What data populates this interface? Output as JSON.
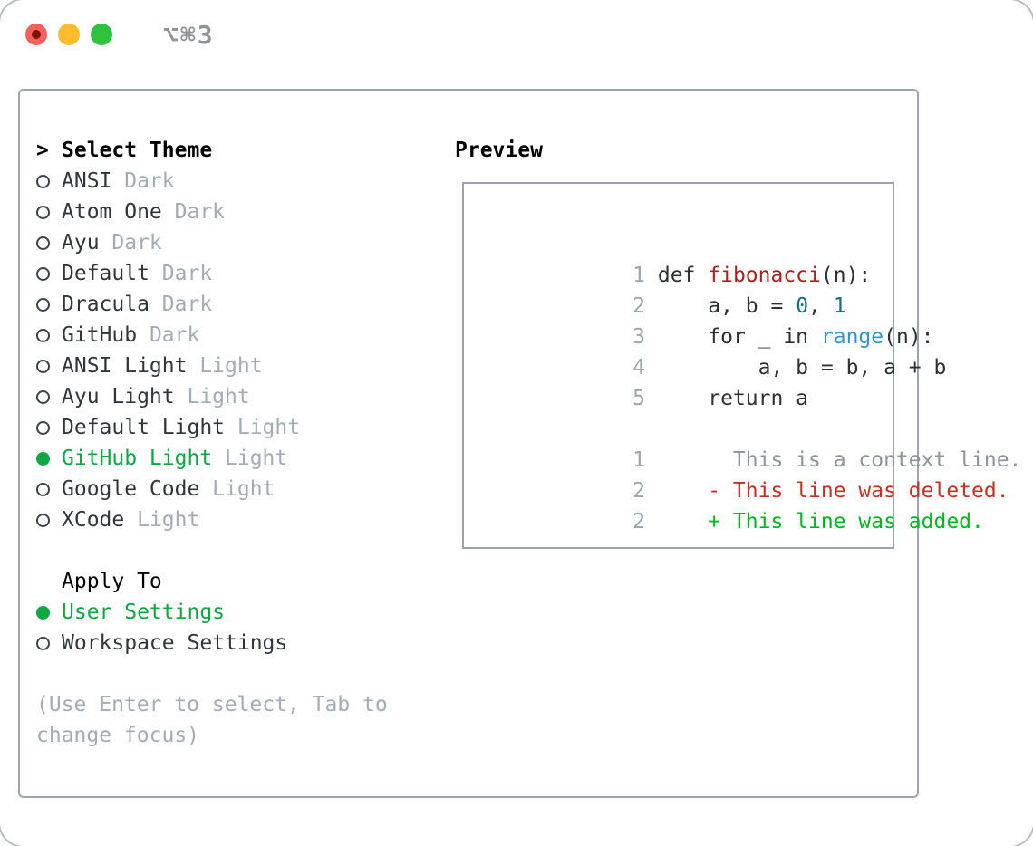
{
  "window": {
    "title": "⌥⌘3"
  },
  "traffic_lights": {
    "close_color": "#f6605a",
    "close_inner_dot_color": "#7f130a",
    "minimize_color": "#fdbc2e",
    "zoom_color": "#2ec23e"
  },
  "theme_panel": {
    "prompt": ">",
    "header": "Select Theme",
    "items": [
      {
        "name": "ANSI",
        "tag": "Dark",
        "selected": false
      },
      {
        "name": "Atom One",
        "tag": "Dark",
        "selected": false
      },
      {
        "name": "Ayu",
        "tag": "Dark",
        "selected": false
      },
      {
        "name": "Default",
        "tag": "Dark",
        "selected": false
      },
      {
        "name": "Dracula",
        "tag": "Dark",
        "selected": false
      },
      {
        "name": "GitHub",
        "tag": "Dark",
        "selected": false
      },
      {
        "name": "ANSI Light",
        "tag": "Light",
        "selected": false
      },
      {
        "name": "Ayu Light",
        "tag": "Light",
        "selected": false
      },
      {
        "name": "Default Light",
        "tag": "Light",
        "selected": false
      },
      {
        "name": "GitHub Light",
        "tag": "Light",
        "selected": true
      },
      {
        "name": "Google Code",
        "tag": "Light",
        "selected": false
      },
      {
        "name": "XCode",
        "tag": "Light",
        "selected": false
      }
    ]
  },
  "apply_to": {
    "header": "Apply To",
    "options": [
      {
        "label": "User Settings",
        "selected": true
      },
      {
        "label": "Workspace Settings",
        "selected": false
      }
    ]
  },
  "hint": "(Use Enter to select, Tab to change focus)",
  "preview": {
    "title": "Preview",
    "code_lines": [
      {
        "num": "1",
        "tokens": [
          {
            "t": "def ",
            "c": "base"
          },
          {
            "t": "fibonacci",
            "c": "func"
          },
          {
            "t": "(n):",
            "c": "base"
          }
        ]
      },
      {
        "num": "2",
        "tokens": [
          {
            "t": "    a, b = ",
            "c": "base"
          },
          {
            "t": "0",
            "c": "number"
          },
          {
            "t": ", ",
            "c": "base"
          },
          {
            "t": "1",
            "c": "number"
          }
        ]
      },
      {
        "num": "3",
        "tokens": [
          {
            "t": "    for _ in ",
            "c": "base"
          },
          {
            "t": "range",
            "c": "builtin"
          },
          {
            "t": "(n):",
            "c": "base"
          }
        ]
      },
      {
        "num": "4",
        "tokens": [
          {
            "t": "        a, b = b, a + b",
            "c": "base"
          }
        ]
      },
      {
        "num": "5",
        "tokens": [
          {
            "t": "    return a",
            "c": "base"
          }
        ]
      }
    ],
    "diff_lines": [
      {
        "num": "1",
        "marker": " ",
        "text": "This is a context line.",
        "kind": "context"
      },
      {
        "num": "2",
        "marker": "-",
        "text": "This line was deleted.",
        "kind": "deleted"
      },
      {
        "num": "2",
        "marker": "+",
        "text": "This line was added.",
        "kind": "added"
      }
    ]
  },
  "colors": {
    "selection_green": "#0ea843",
    "added_green": "#00b71f",
    "deleted_red": "#cb2f22",
    "function_red": "#a8231c",
    "number_teal": "#10707a",
    "builtin_blue": "#2d96d2",
    "context_gray": "#8b939c",
    "border_gray": "#9aa5b1",
    "tag_gray": "#a2acb8"
  }
}
